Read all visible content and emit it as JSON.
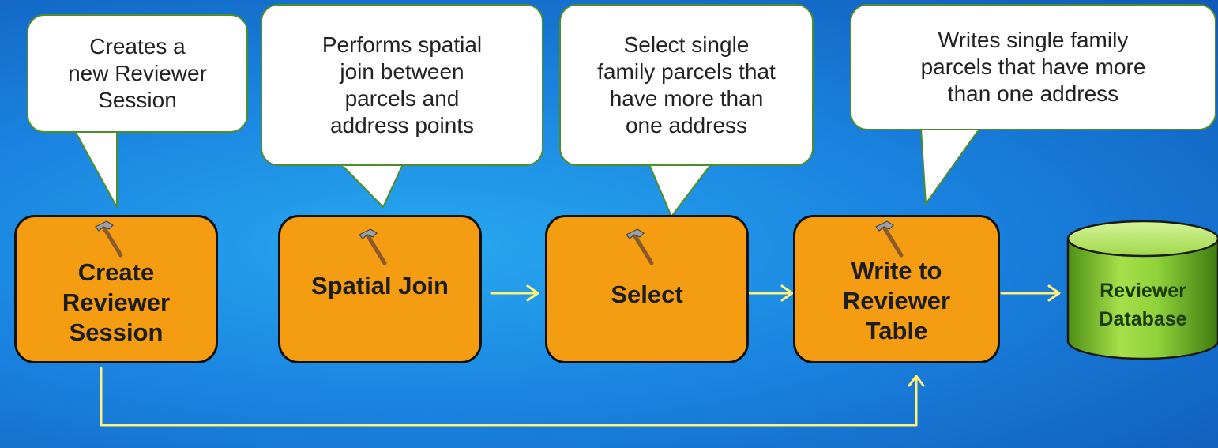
{
  "callouts": [
    {
      "text": "Creates a\nnew Reviewer\nSession"
    },
    {
      "text": "Performs spatial\njoin between\nparcels and\naddress points"
    },
    {
      "text": "Select single\nfamily parcels that\nhave more than\none address"
    },
    {
      "text": "Writes single family\nparcels that have more\nthan one address"
    }
  ],
  "tools": [
    {
      "label": "Create\nReviewer\nSession",
      "icon": "hammer-icon"
    },
    {
      "label": "Spatial Join",
      "icon": "hammer-icon"
    },
    {
      "label": "Select",
      "icon": "hammer-icon"
    },
    {
      "label": "Write to\nReviewer\nTable",
      "icon": "hammer-icon"
    }
  ],
  "database": {
    "label": "Reviewer\nDatabase",
    "icon": "database-cylinder-icon"
  },
  "colors": {
    "tool_fill": "#f49c12",
    "bubble_border": "#4d8d2a",
    "arrow": "#fff07a",
    "database_fill": "#8fd13a"
  }
}
